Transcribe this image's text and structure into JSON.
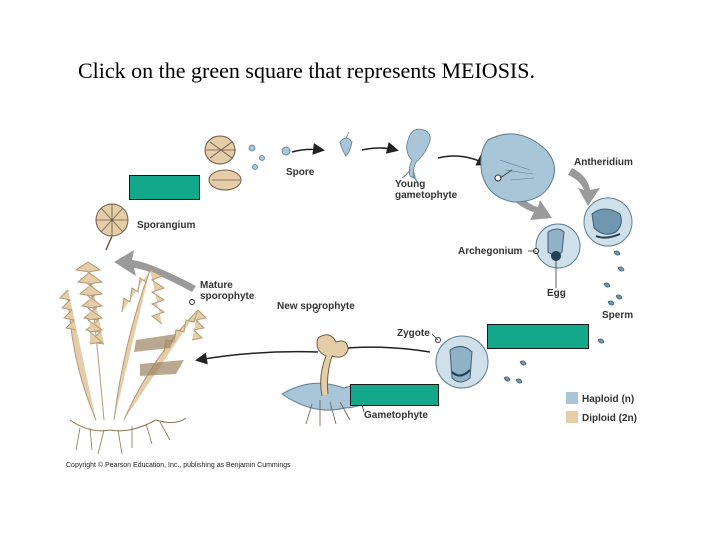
{
  "prompt": "Click on the green square that represents MEIOSIS.",
  "labels": {
    "spore": "Spore",
    "young_gametophyte_1": "Young",
    "young_gametophyte_2": "gametophyte",
    "antheridium": "Antheridium",
    "sporangium": "Sporangium",
    "archegonium": "Archegonium",
    "mature_sporophyte_1": "Mature",
    "mature_sporophyte_2": "sporophyte",
    "new_sporophyte": "New sporophyte",
    "egg": "Egg",
    "sperm": "Sperm",
    "zygote": "Zygote",
    "gametophyte": "Gametophyte"
  },
  "legend": {
    "haploid": "Haploid (n)",
    "diploid": "Diploid (2n)",
    "haploid_color": "#a9c6d8",
    "diploid_color": "#e6cda9"
  },
  "answer_color": "#14a88a",
  "copyright": "Copyright © Pearson Education, Inc., publishing as Benjamin Cummings"
}
